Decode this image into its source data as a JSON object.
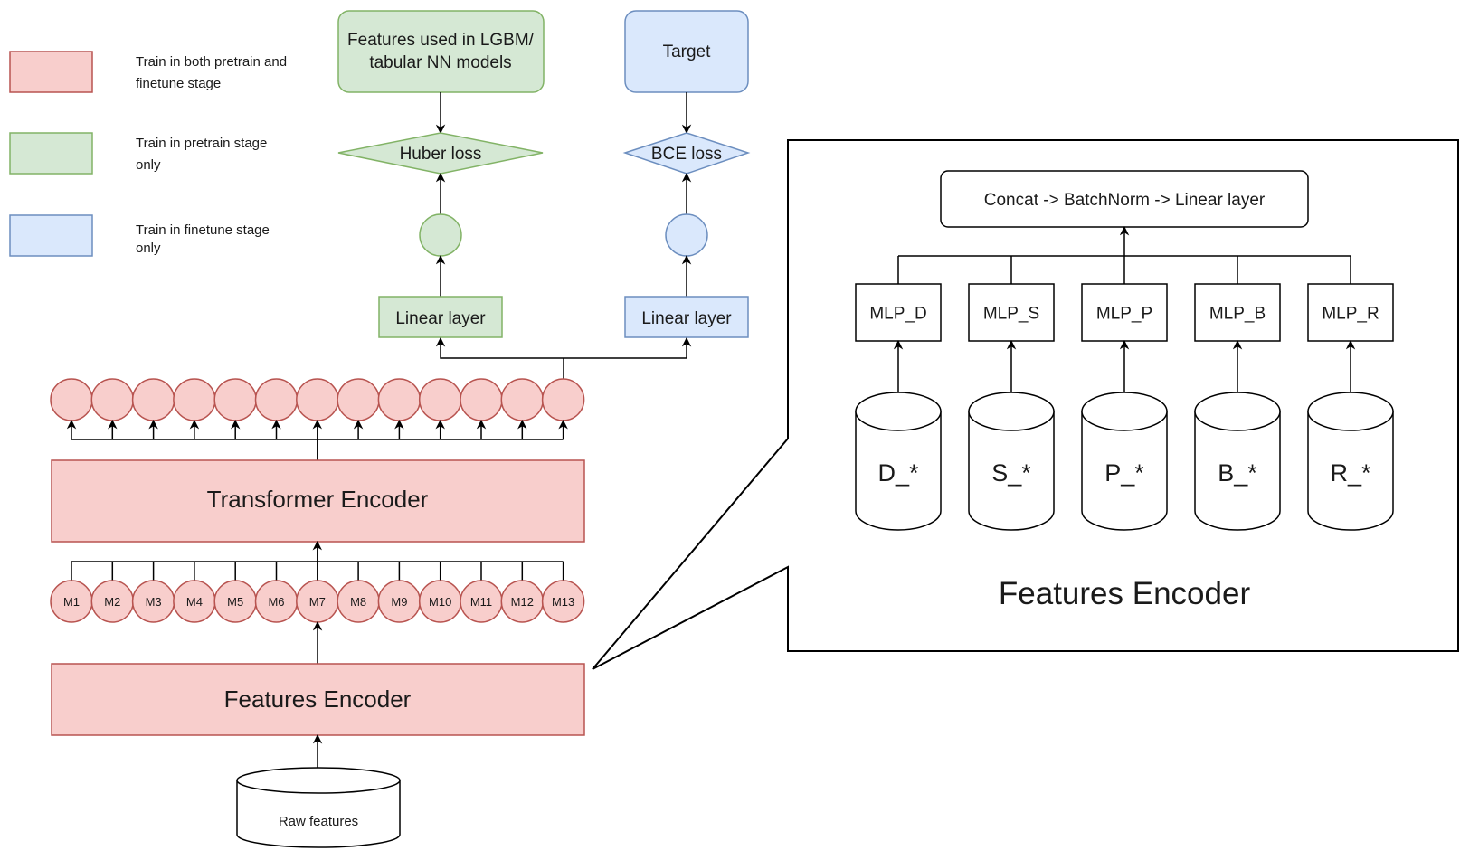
{
  "colors": {
    "both_fill": "#f8cecc",
    "both_stroke": "#b85450",
    "pretrain_fill": "#d5e8d4",
    "pretrain_stroke": "#82b366",
    "finetune_fill": "#dae8fc",
    "finetune_stroke": "#6c8ebf",
    "line": "#000000"
  },
  "legend": [
    {
      "key": "both",
      "line1": "Train in both pretrain and",
      "line2": "finetune stage"
    },
    {
      "key": "pretrain",
      "line1": "Train in pretrain stage",
      "line2": "only"
    },
    {
      "key": "finetune",
      "line1": "Train in finetune stage",
      "line2": "only"
    }
  ],
  "pretrain_head": {
    "target_line1": "Features used in LGBM/",
    "target_line2": "tabular NN models",
    "loss": "Huber loss",
    "linear": "Linear layer"
  },
  "finetune_head": {
    "target": "Target",
    "loss": "BCE loss",
    "linear": "Linear layer"
  },
  "transformer": {
    "label": "Transformer Encoder",
    "output_tokens": 13
  },
  "tokens": [
    "M1",
    "M2",
    "M3",
    "M4",
    "M5",
    "M6",
    "M7",
    "M8",
    "M9",
    "M10",
    "M11",
    "M12",
    "M13"
  ],
  "features_encoder": {
    "label": "Features Encoder"
  },
  "raw_features": {
    "label": "Raw features"
  },
  "detail": {
    "title": "Features Encoder",
    "concat": "Concat -> BatchNorm -> Linear layer",
    "mlps": [
      "MLP_D",
      "MLP_S",
      "MLP_P",
      "MLP_B",
      "MLP_R"
    ],
    "groups": [
      "D_*",
      "S_*",
      "P_*",
      "B_*",
      "R_*"
    ]
  }
}
